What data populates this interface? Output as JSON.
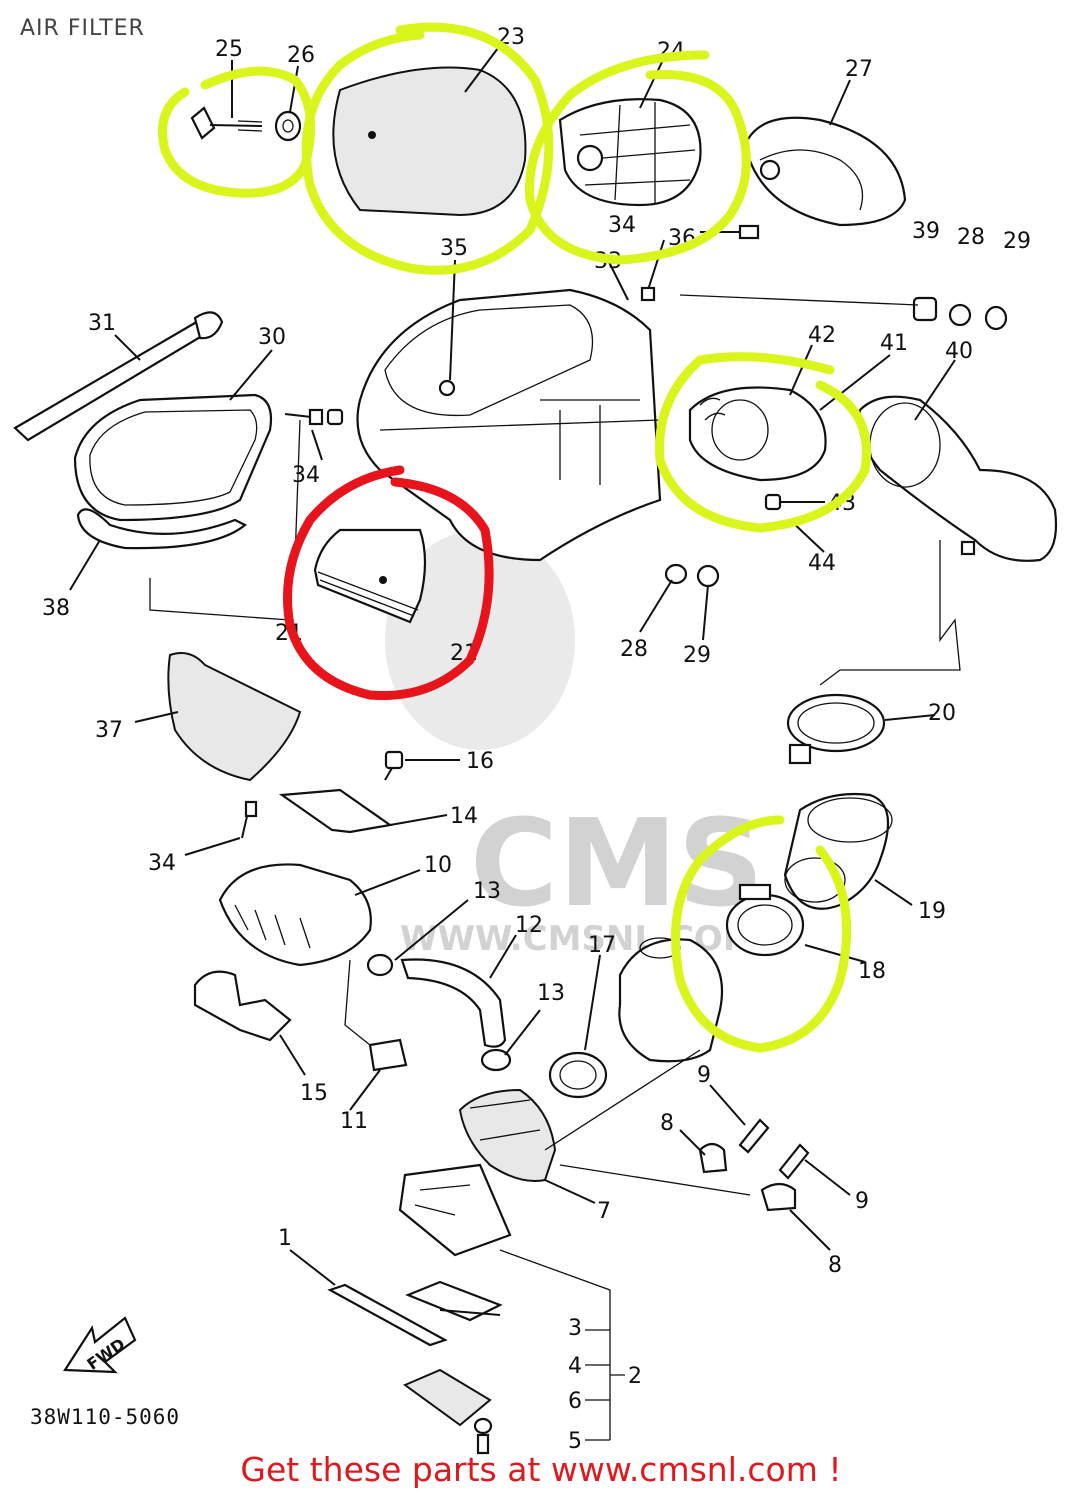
{
  "title": "AIR FILTER",
  "drawing_code": "38W110-5060",
  "footer": "Get these parts at www.cmsnl.com !",
  "watermark": {
    "logo_text": "CMS",
    "url_text": "WWW.CMSNL.COM"
  },
  "part_labels": {
    "p1": "1",
    "p2": "2",
    "p3": "3",
    "p4": "4",
    "p5a": "5",
    "p6": "6",
    "p7": "7",
    "p8a": "8",
    "p8b": "8",
    "p9a": "9",
    "p9b": "9",
    "p10": "10",
    "p11": "11",
    "p12": "12",
    "p13a": "13",
    "p13b": "13",
    "p14": "14",
    "p15": "15",
    "p16": "16",
    "p17": "17",
    "p18": "18",
    "p19": "19",
    "p20": "20",
    "p21a": "21",
    "p21b": "21",
    "p23": "23",
    "p24": "24",
    "p25": "25",
    "p26": "26",
    "p27": "27",
    "p28a": "28",
    "p28b": "28",
    "p29a": "29",
    "p29b": "29",
    "p30": "30",
    "p31": "31",
    "p33": "33",
    "p34a": "34",
    "p34b": "34",
    "p34c": "34",
    "p35": "35",
    "p36": "36",
    "p37": "37",
    "p38": "38",
    "p39": "39",
    "p40": "40",
    "p41": "41",
    "p42": "42",
    "p43": "43",
    "p44": "44"
  },
  "fwd_label": "FWD",
  "highlight_colors": {
    "yellow": "#d9f51c",
    "red": "#e8141c"
  }
}
